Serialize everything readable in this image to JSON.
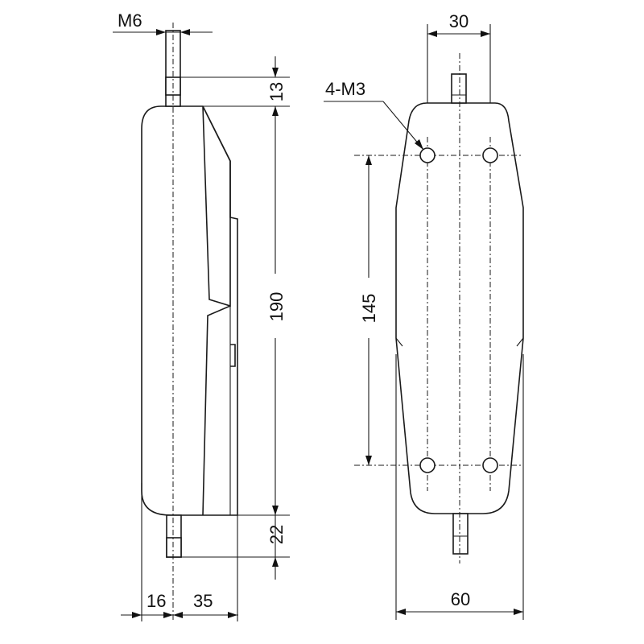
{
  "diagram": {
    "side_view": {
      "thread_label": "M6",
      "dim_top_stud": "13",
      "dim_body_height": "190",
      "dim_bottom_stud": "22",
      "dim_stud_offset": "16",
      "dim_depth": "35"
    },
    "front_view": {
      "dim_top_width": "30",
      "hole_label": "4-M3",
      "dim_hole_spacing": "145",
      "dim_bottom_width": "60"
    }
  }
}
